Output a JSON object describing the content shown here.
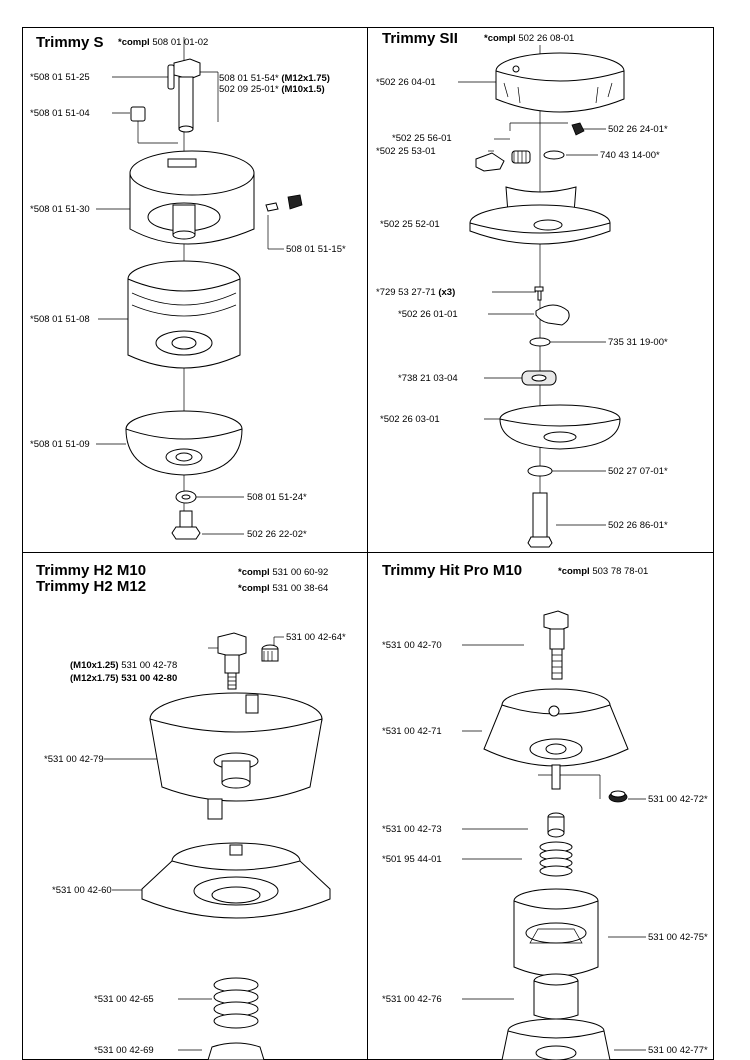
{
  "panels": {
    "trimmy_s": {
      "title": "Trimmy S",
      "compl_prefix": "*compl",
      "compl_number": "508 01 01-02",
      "labels": {
        "pin": "*508 01 51-25",
        "bolt_a": "508 01 51-54*",
        "bolt_a_thread": "(M12x1.75)",
        "bolt_b": "502 09 25-01*",
        "bolt_b_thread": "(M10x1.5)",
        "nut": "*508 01 51-04",
        "housing": "*508 01 51-30",
        "clip": "508 01 51-15*",
        "spool": "*508 01 51-08",
        "cover": "*508 01 51-09",
        "washer": "508 01 51-24*",
        "screw": "502 26 22-02*"
      }
    },
    "trimmy_sii": {
      "title": "Trimmy SII",
      "compl_prefix": "*compl",
      "compl_number": "502 26 08-01",
      "labels": {
        "housing": "*502 26 04-01",
        "cap": "502 26 24-01*",
        "spring": "*502 25 56-01",
        "lever": "*502 25 53-01",
        "oring": "740 43 14-00*",
        "spool": "*502 25 52-01",
        "screw": "*729 53 27-71",
        "screw_qty": "(x3)",
        "clamp": "*502 26 01-01",
        "circlip": "735 31 19-00*",
        "bearing": "*738 21 03-04",
        "cover": "*502 26 03-01",
        "washer": "502 27 07-01*",
        "bolt": "502 26 86-01*"
      }
    },
    "trimmy_h2": {
      "title_1": "Trimmy H2 M10",
      "title_2": "Trimmy H2 M12",
      "compl_prefix": "*compl",
      "compl_1": "531 00 60-92",
      "compl_2": "531 00 38-64",
      "labels": {
        "bolt_m10_thread": "(M10x1.25)",
        "bolt_m10": "531 00 42-78",
        "bolt_m12_thread": "(M12x1.75)",
        "bolt_m12": "531 00 42-80",
        "cap": "531 00 42-64*",
        "housing": "*531 00 42-79",
        "spool": "*531 00 42-60",
        "spring": "*531 00 42-65",
        "knob": "*531 00 42-69"
      }
    },
    "trimmy_hit_pro": {
      "title": "Trimmy Hit Pro M10",
      "compl_prefix": "*compl",
      "compl_number": "503 78 78-01",
      "labels": {
        "bolt": "*531 00 42-70",
        "housing": "*531 00 42-71",
        "button": "531 00 42-72*",
        "nut": "*531 00 42-73",
        "spring": "*501 95 44-01",
        "spool": "531 00 42-75*",
        "hub": "*531 00 42-76",
        "cover": "531 00 42-77*"
      }
    }
  }
}
